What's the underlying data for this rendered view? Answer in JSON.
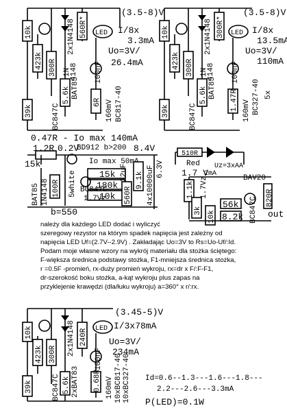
{
  "circuit1": {
    "supply": "(3.5-8)V",
    "led_spec": "I/8x",
    "current": "3.3mA",
    "uo": "Uo=3V/",
    "current2": "26.4mA",
    "r_top": "10k",
    "r_423k": "423k",
    "r_300r": "300R",
    "r_39k": "39k",
    "r_5k6": "5.6k",
    "r_6r": "6R",
    "r_560r": "560R*",
    "diodes": "2x1N4148",
    "d_bat": "BAT85",
    "d_1n": "1N",
    "d_4148": "4148",
    "c_100nf": "100nF",
    "c_160mv": "160mV",
    "q1": "BC847C",
    "q2": "BC817-40",
    "led": "LED"
  },
  "circuit2": {
    "supply": "(3.5-8)V",
    "led_spec": "I/8x",
    "current": "13.5mA",
    "uo": "Uo=3V/",
    "current2": "110mA",
    "r_top": "10k",
    "r_423k": "423k",
    "r_300r": "300R",
    "r_39k": "39k",
    "r_5k6": "5.6k",
    "r_147r": "1.47R",
    "r_300r_b": "300R*",
    "diodes": "2x1N4148",
    "d_bat": "BAT85",
    "d_1n": "1N",
    "d_4148": "4148",
    "c_100nf": "100nF",
    "c_160mv": "160mV",
    "q1": "BC847C",
    "q2": "BC327-40",
    "mult": "5x",
    "led": "LED"
  },
  "circuit3": {
    "imax": "0.47R - Io max 140mA",
    "r_1r2": "1.2R",
    "v_02": "0.2V",
    "bd": "BD912 b>200",
    "v_84": "8.4V",
    "io50": "Io max 50mA",
    "r_15k": "15k",
    "r_180k": "180k",
    "r_10k": "10k",
    "r_15k_l": "15k",
    "c_22uf": "22uF",
    "r_91k": "9.1k",
    "r_560r": "560R",
    "c_big": "4x10000uF",
    "v_63": "6.3V",
    "d_bat": "BAT85",
    "d_1n": "1N4148",
    "r_100r": "100R",
    "led_white": "5white",
    "q": "BC847C",
    "v_17": "1.7Vz",
    "beta": "b=550"
  },
  "circuit4": {
    "r_510r": "510R",
    "red": "Red",
    "v17": "1.7 V",
    "i2ma": "2mA",
    "uz": "Uz=3xAA"
  },
  "circuit5": {
    "r_11k": "1.1k",
    "v_17": "1.7Vz",
    "bav": "BAV20",
    "r_3k": "3k",
    "r_10k": "10k",
    "r_56k": "56k",
    "r_82k": "8.2k",
    "q": "BC847C",
    "r_820r": "820R",
    "out": "out"
  },
  "description": [
    "należy dla każdego LED dodać i wyliczyć",
    "szeregowy rezystor na którym spadek napięcia jest zależny od",
    "napięcia LED Uf=(2.7V--2.9V) . Zakładając Uo=3V to Rs=Uo-Uf/:Id.",
    "Podam moje własne wzory na wykrój materiału dla stożka ściętego:",
    "F-większa średnica podstawy stożka, F1-mniejsza średnica stożka,",
    "r =0.5F -promień, rx-duży promień wykroju, rx=dr x F/:F-F1,",
    "dr-szerokość boku stożka, a-kąt wykroju plus zapas na",
    "przyklejenie krawędzi (dla/łuku wykroju) a=360° x r/:rx."
  ],
  "circuit6": {
    "supply": "(3.45-5)V",
    "led_spec": "I/3x78mA",
    "uo": "Uo=3V/",
    "current": "234mA",
    "r_10k": "10k",
    "r_423k": "423k",
    "r_300r": "300R",
    "r_240r": "240R",
    "r_39k": "39k",
    "r_5k6": "5.6k",
    "r_068": "0.68R",
    "diodes": "2x1N4148",
    "d_bat": "2xBAT83",
    "c_100nf": "100nF",
    "c_160mv": "160mV",
    "q1": "BC847C",
    "q2a": "10xBC817-40",
    "q2b": "10xBC327-40",
    "led": "LED",
    "id_line1": "Id=0.6--1.3---1.6---1.8---",
    "id_line2": "2.2---2.6---3.3mA",
    "power": "P(LED)=0.1W"
  }
}
